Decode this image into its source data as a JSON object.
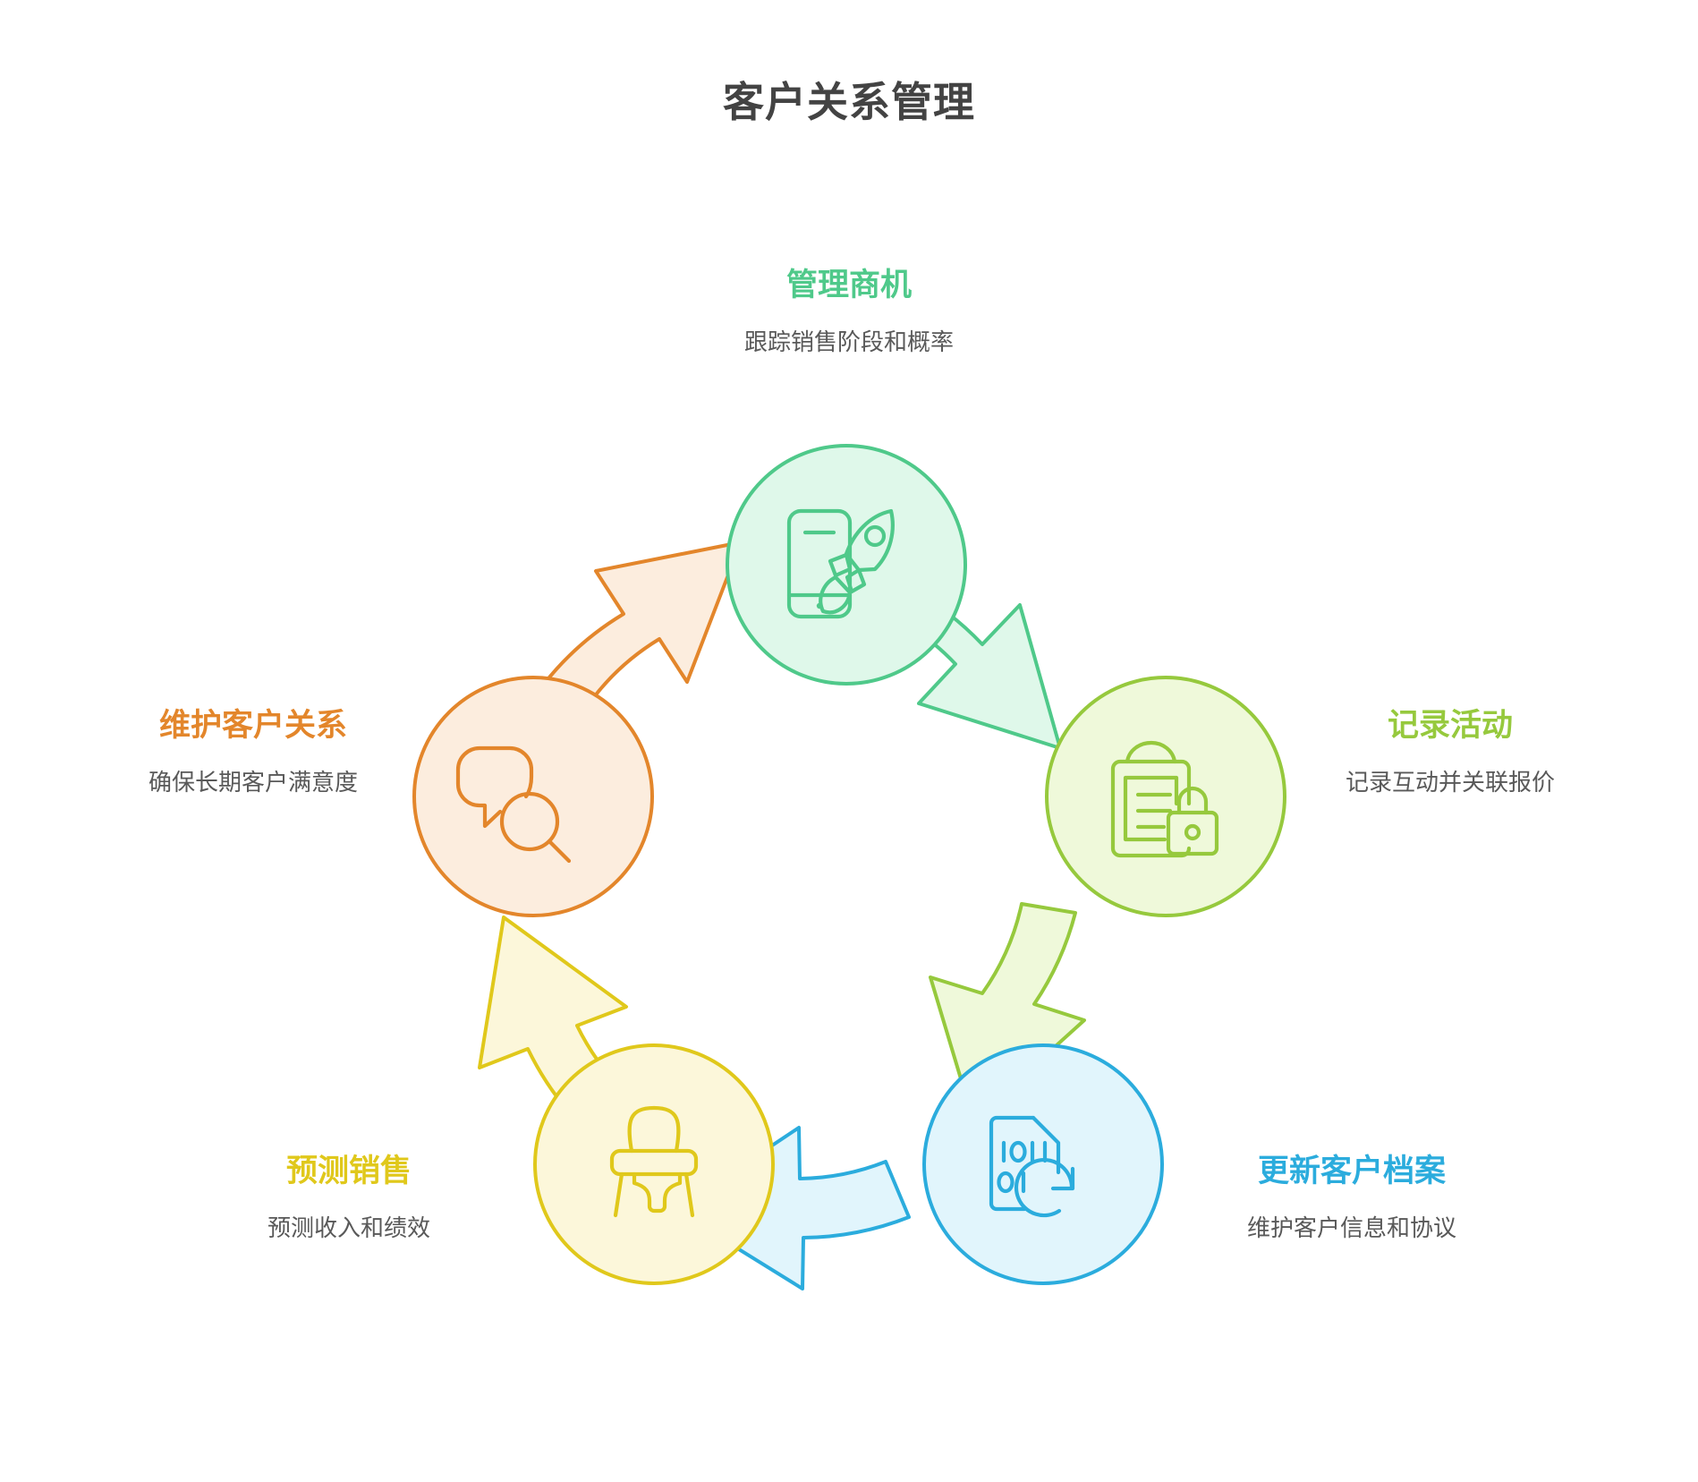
{
  "title": "客户关系管理",
  "diagram": {
    "type": "cycle",
    "direction": "clockwise",
    "node_count": 5,
    "nodes": [
      {
        "id": "manage-opportunity",
        "label": "管理商机",
        "description": "跟踪销售阶段和概率",
        "icon": "smartphone-rocket-icon",
        "stroke": "#4FC98A",
        "fill": "#DFF8EA",
        "position": "top"
      },
      {
        "id": "log-activity",
        "label": "记录活动",
        "description": "记录互动并关联报价",
        "icon": "clipboard-lock-icon",
        "stroke": "#96C93D",
        "fill": "#EFF9DA",
        "position": "right"
      },
      {
        "id": "update-customer-profile",
        "label": "更新客户档案",
        "description": "维护客户信息和协议",
        "icon": "binary-file-refresh-icon",
        "stroke": "#2BACDD",
        "fill": "#E1F5FC",
        "position": "bottom-right"
      },
      {
        "id": "forecast-sales",
        "label": "预测销售",
        "description": "预测收入和绩效",
        "icon": "high-chair-icon",
        "stroke": "#E0C81B",
        "fill": "#FCF7DA",
        "position": "bottom-left"
      },
      {
        "id": "maintain-relationship",
        "label": "维护客户关系",
        "description": "确保长期客户满意度",
        "icon": "speech-bubble-search-icon",
        "stroke": "#E3862B",
        "fill": "#FCEDDE",
        "position": "left"
      }
    ],
    "arrows": [
      {
        "id": "arrow-manage-to-log",
        "from": "manage-opportunity",
        "to": "log-activity",
        "stroke": "#4FC98A",
        "fill": "#DFF8EA"
      },
      {
        "id": "arrow-log-to-update",
        "from": "log-activity",
        "to": "update-customer-profile",
        "stroke": "#96C93D",
        "fill": "#EFF9DA"
      },
      {
        "id": "arrow-update-to-forecast",
        "from": "update-customer-profile",
        "to": "forecast-sales",
        "stroke": "#2BACDD",
        "fill": "#E1F5FC"
      },
      {
        "id": "arrow-forecast-to-maintain",
        "from": "forecast-sales",
        "to": "maintain-relationship",
        "stroke": "#E0C81B",
        "fill": "#FCF7DA"
      },
      {
        "id": "arrow-maintain-to-manage",
        "from": "maintain-relationship",
        "to": "manage-opportunity",
        "stroke": "#E3862B",
        "fill": "#FCEDDE"
      }
    ],
    "palette": {
      "title_color": "#434343",
      "description_color": "#595959",
      "background": "#ffffff"
    }
  }
}
